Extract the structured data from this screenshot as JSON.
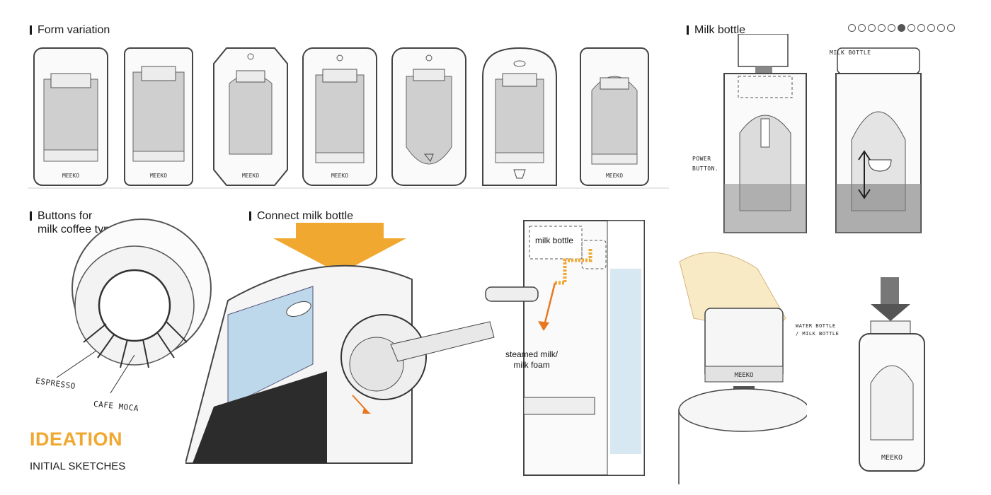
{
  "sections": {
    "form_variation": "Form variation",
    "milk_bottle": "Milk bottle",
    "buttons_line1": "Buttons for",
    "buttons_line2": "milk coffee type",
    "connect_milk": "Connect milk bottle"
  },
  "brand": "MEEKO",
  "annotations": {
    "espresso": "ESPRESSO",
    "cafe_moca": "CAFE MOCA",
    "milk_bottle_hand": "MILK BOTTLE",
    "power_line1": "POWER",
    "power_line2": "BUTTON.",
    "water_line1": "WATER BOTTLE",
    "water_line2": "/ MILK BOTTLE",
    "milk_bottle_label": "milk bottle",
    "steamed_line1": "steamed milk/",
    "steamed_line2": "milk foam"
  },
  "footer": {
    "title": "IDEATION",
    "subtitle": "INITIAL SKETCHES"
  },
  "pagination": {
    "total": 11,
    "active": 6
  },
  "colors": {
    "accent": "#f0a830",
    "arrow": "#e87820",
    "water": "#bcd8ea",
    "panel": "#d8d8d8"
  }
}
